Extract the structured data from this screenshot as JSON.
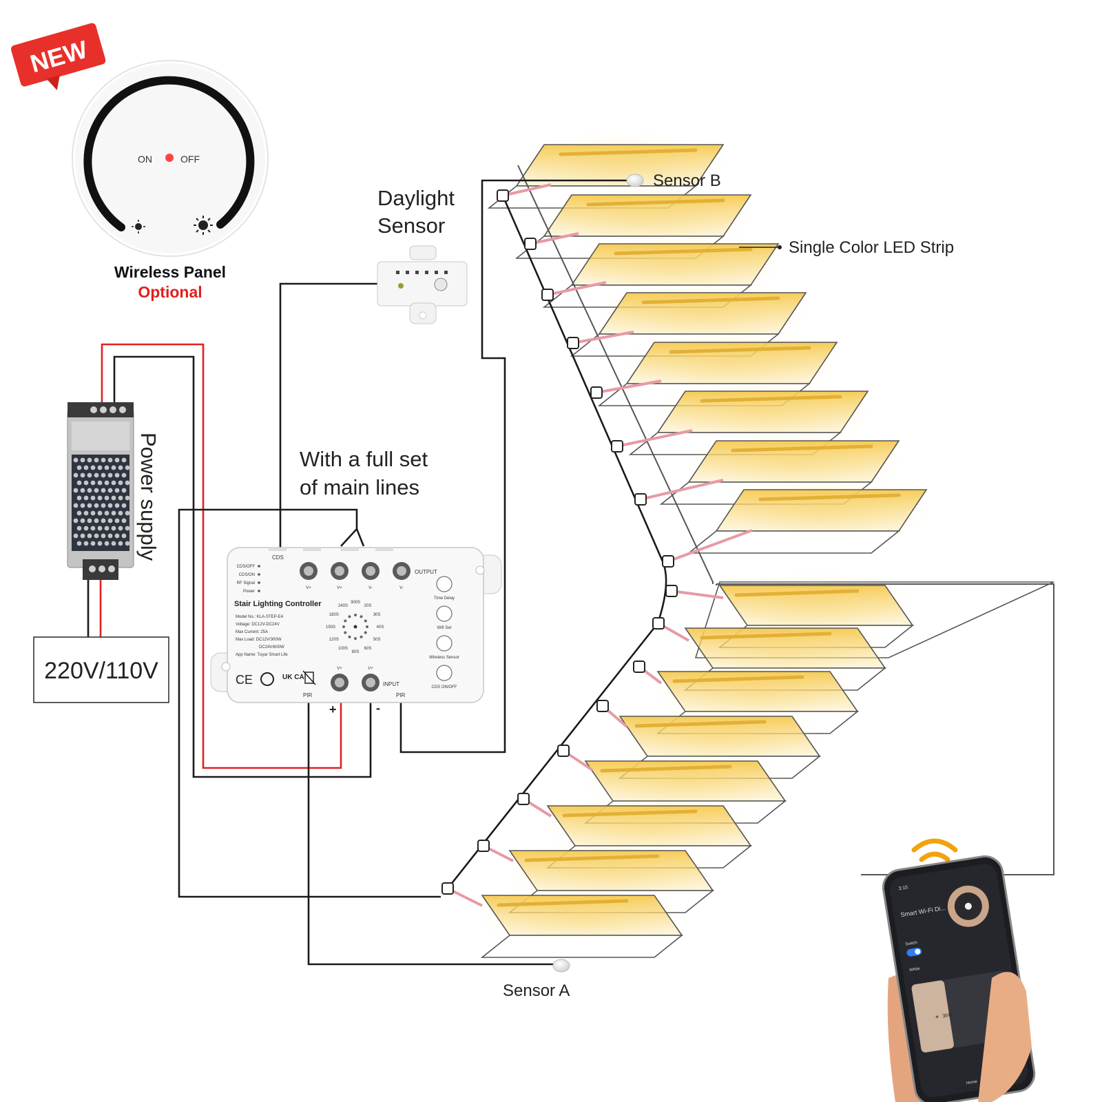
{
  "badge": {
    "text": "NEW",
    "color": "#e8302a"
  },
  "wireless_panel": {
    "on_label": "ON",
    "off_label": "OFF",
    "title": "Wireless Panel",
    "subtitle": "Optional",
    "subtitle_color": "#e02020",
    "icons": [
      "brightness-low-icon",
      "brightness-high-icon"
    ]
  },
  "labels": {
    "daylight_line1": "Daylight",
    "daylight_line2": "Sensor",
    "power_supply": "Power supply",
    "mains": "220V/110V",
    "main_lines_1": "With a full set",
    "main_lines_2": "of main lines",
    "sensor_a": "Sensor A",
    "sensor_b": "Sensor B",
    "led_strip": "Single Color LED Strip",
    "plus": "+",
    "minus": "-"
  },
  "controller": {
    "title": "Stair Lighting Controller",
    "cds_label": "CDS",
    "output_label": "OUTPUT",
    "input_label": "INPUT",
    "pir_left": "PIR",
    "pir_right": "PIR",
    "indicators": [
      "CDS/OFF",
      "CDS/ON",
      "RF Signal",
      "Power"
    ],
    "specs": [
      "Model No.: KLA-STEP-E4",
      "Voltage: DC12V-DC24V",
      "Max Current: 25A",
      "Max Load: DC12V/300W",
      "DC24V/600W",
      "App Name: Tuyar Smart Life"
    ],
    "terminals_top": [
      "V+",
      "V+",
      "V-",
      "V-"
    ],
    "terminals_bottom": [
      "V+",
      "V+"
    ],
    "dial_labels": [
      "300S",
      "20S",
      "30S",
      "40S",
      "50S",
      "60S",
      "80S",
      "100S",
      "120S",
      "150S",
      "180S",
      "240S"
    ],
    "buttons": [
      "Time Delay",
      "Wifi Set",
      "Wireless Sensor",
      "CDS ON/OFF"
    ],
    "certifications": [
      "CE",
      "UK CA"
    ]
  },
  "phone": {
    "time": "3:15",
    "title": "Smart Wi-Fi Di...",
    "switch_label": "Switch",
    "white_label": "White",
    "brightness": "35%",
    "nav_label": "Home"
  },
  "colors": {
    "led_glow": "#f5c542",
    "led_light": "#fde9a8",
    "wire_red": "#e02020",
    "wire_black": "#1a1a1a",
    "phone_accent": "#2f7cf6",
    "wifi": "#f2a20c"
  }
}
